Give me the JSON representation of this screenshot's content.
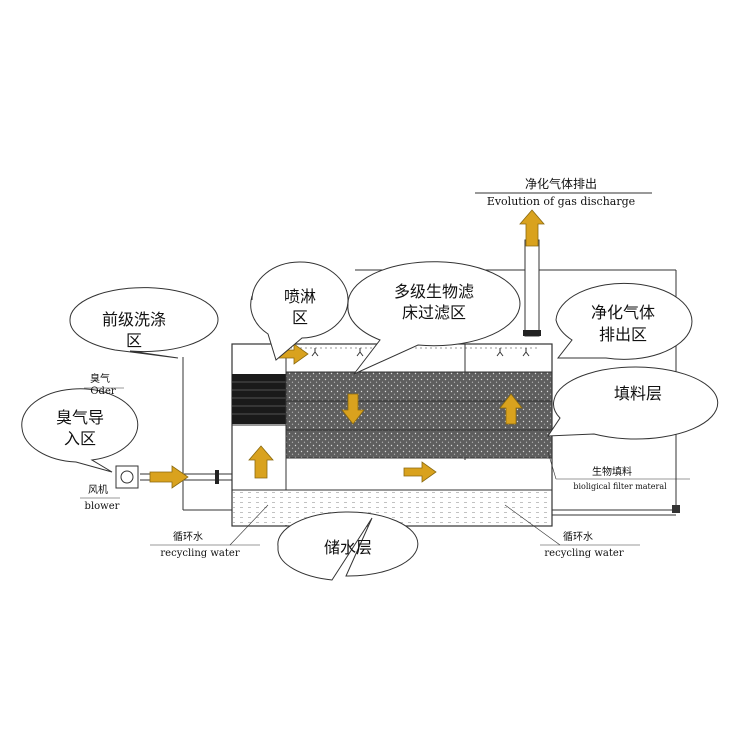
{
  "header": {
    "title_cn": "净化气体排出",
    "title_en": "Evolution of gas discharge"
  },
  "callouts": {
    "pre_wash_l1": "前级洗涤",
    "pre_wash_l2": "区",
    "spray_l1": "喷淋",
    "spray_l2": "区",
    "biofilter_l1": "多级生物滤",
    "biofilter_l2": "床过滤区",
    "outlet_l1": "净化气体",
    "outlet_l2": "排出区",
    "filler": "填料层",
    "intake_l1": "臭气导",
    "intake_l2": "入区",
    "storage": "储水层"
  },
  "labels": {
    "odor_cn": "臭气",
    "odor_en": "Oder",
    "blower_cn": "风机",
    "blower_en": "blower",
    "recycle_left_cn": "循环水",
    "recycle_left_en": "recycling water",
    "recycle_right_cn": "循环水",
    "recycle_right_en": "recycling water",
    "bio_cn": "生物填料",
    "bio_en": "bioligical filter materal"
  },
  "colors": {
    "arrow": "#D9A21E",
    "filler": "#5a5a5a",
    "line": "#333333"
  }
}
